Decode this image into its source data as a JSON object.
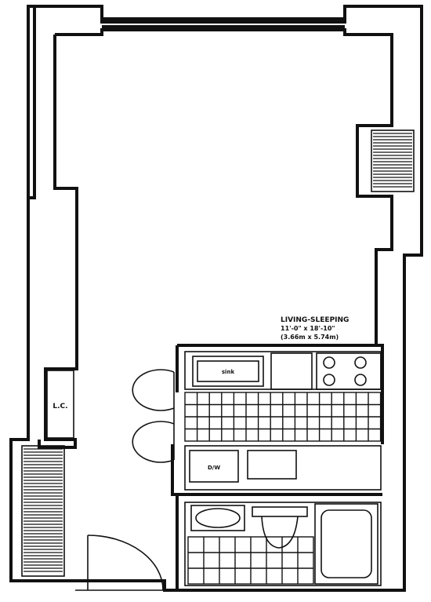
{
  "room_label": {
    "name": "LIVING-SLEEPING",
    "dimensions": "11'-0\" x 18'-10\"",
    "metric": "(3.66m x 5.74m)"
  },
  "closet_label": "L.C.",
  "kitchen": {
    "sink_label": "sink",
    "dw_label": "D/W"
  }
}
